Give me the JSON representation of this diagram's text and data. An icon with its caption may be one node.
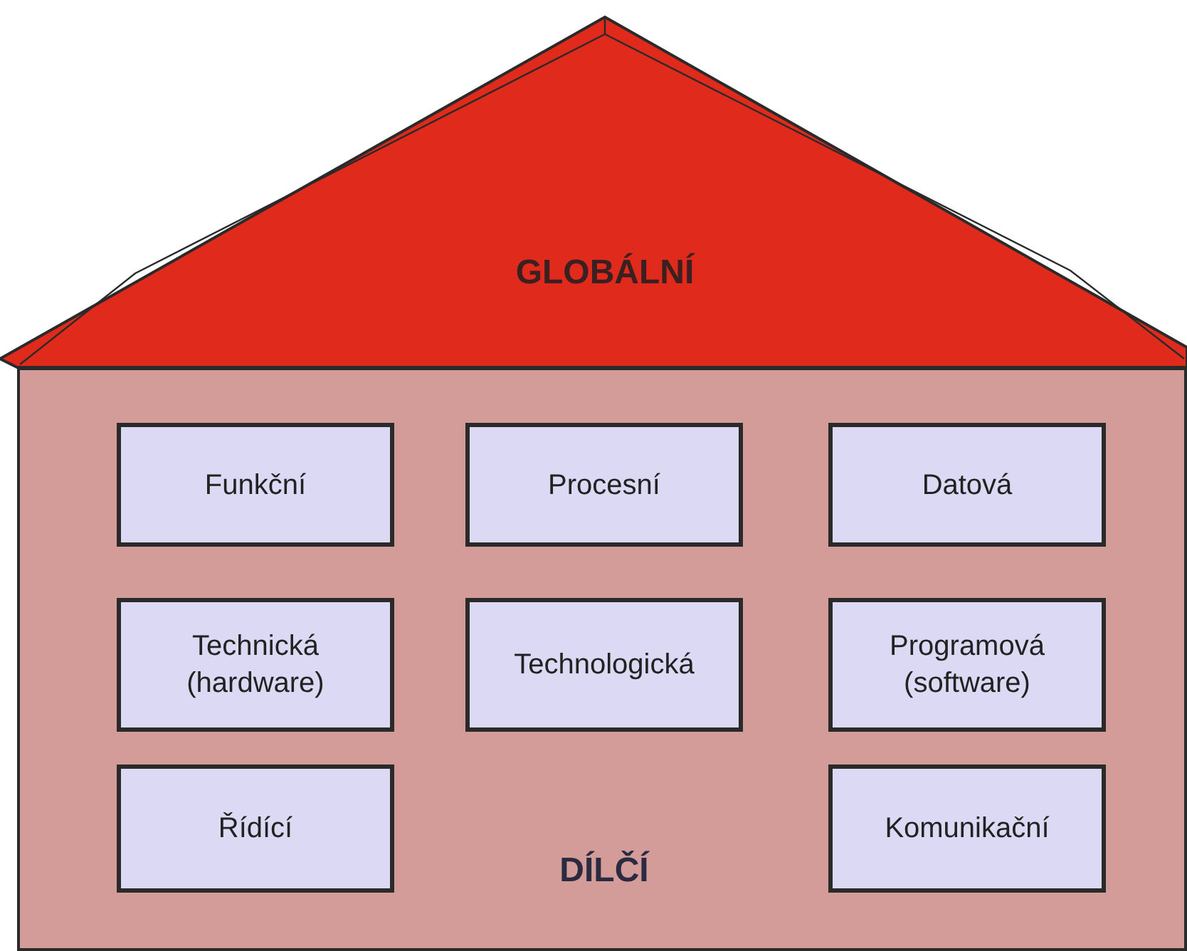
{
  "diagram": {
    "nodes": [
      {
        "text": [
          "GLOBÁLNÍ"
        ]
      },
      {
        "text": [
          "DÍLČÍ"
        ]
      },
      {
        "text": [
          "Funkční"
        ],
        "in": 1
      },
      {
        "text": [
          "Procesní"
        ],
        "in": 1
      },
      {
        "text": [
          "Datová"
        ],
        "in": 1
      },
      {
        "text": [
          "Technická (hardware)"
        ],
        "in": 1
      },
      {
        "text": [
          "Technologická"
        ],
        "in": 1
      },
      {
        "text": [
          "Programová (software)"
        ],
        "in": 1
      },
      {
        "text": [
          "Řídící"
        ],
        "in": 1
      },
      {
        "text": [
          "Komunikační"
        ],
        "in": 1
      }
    ]
  }
}
